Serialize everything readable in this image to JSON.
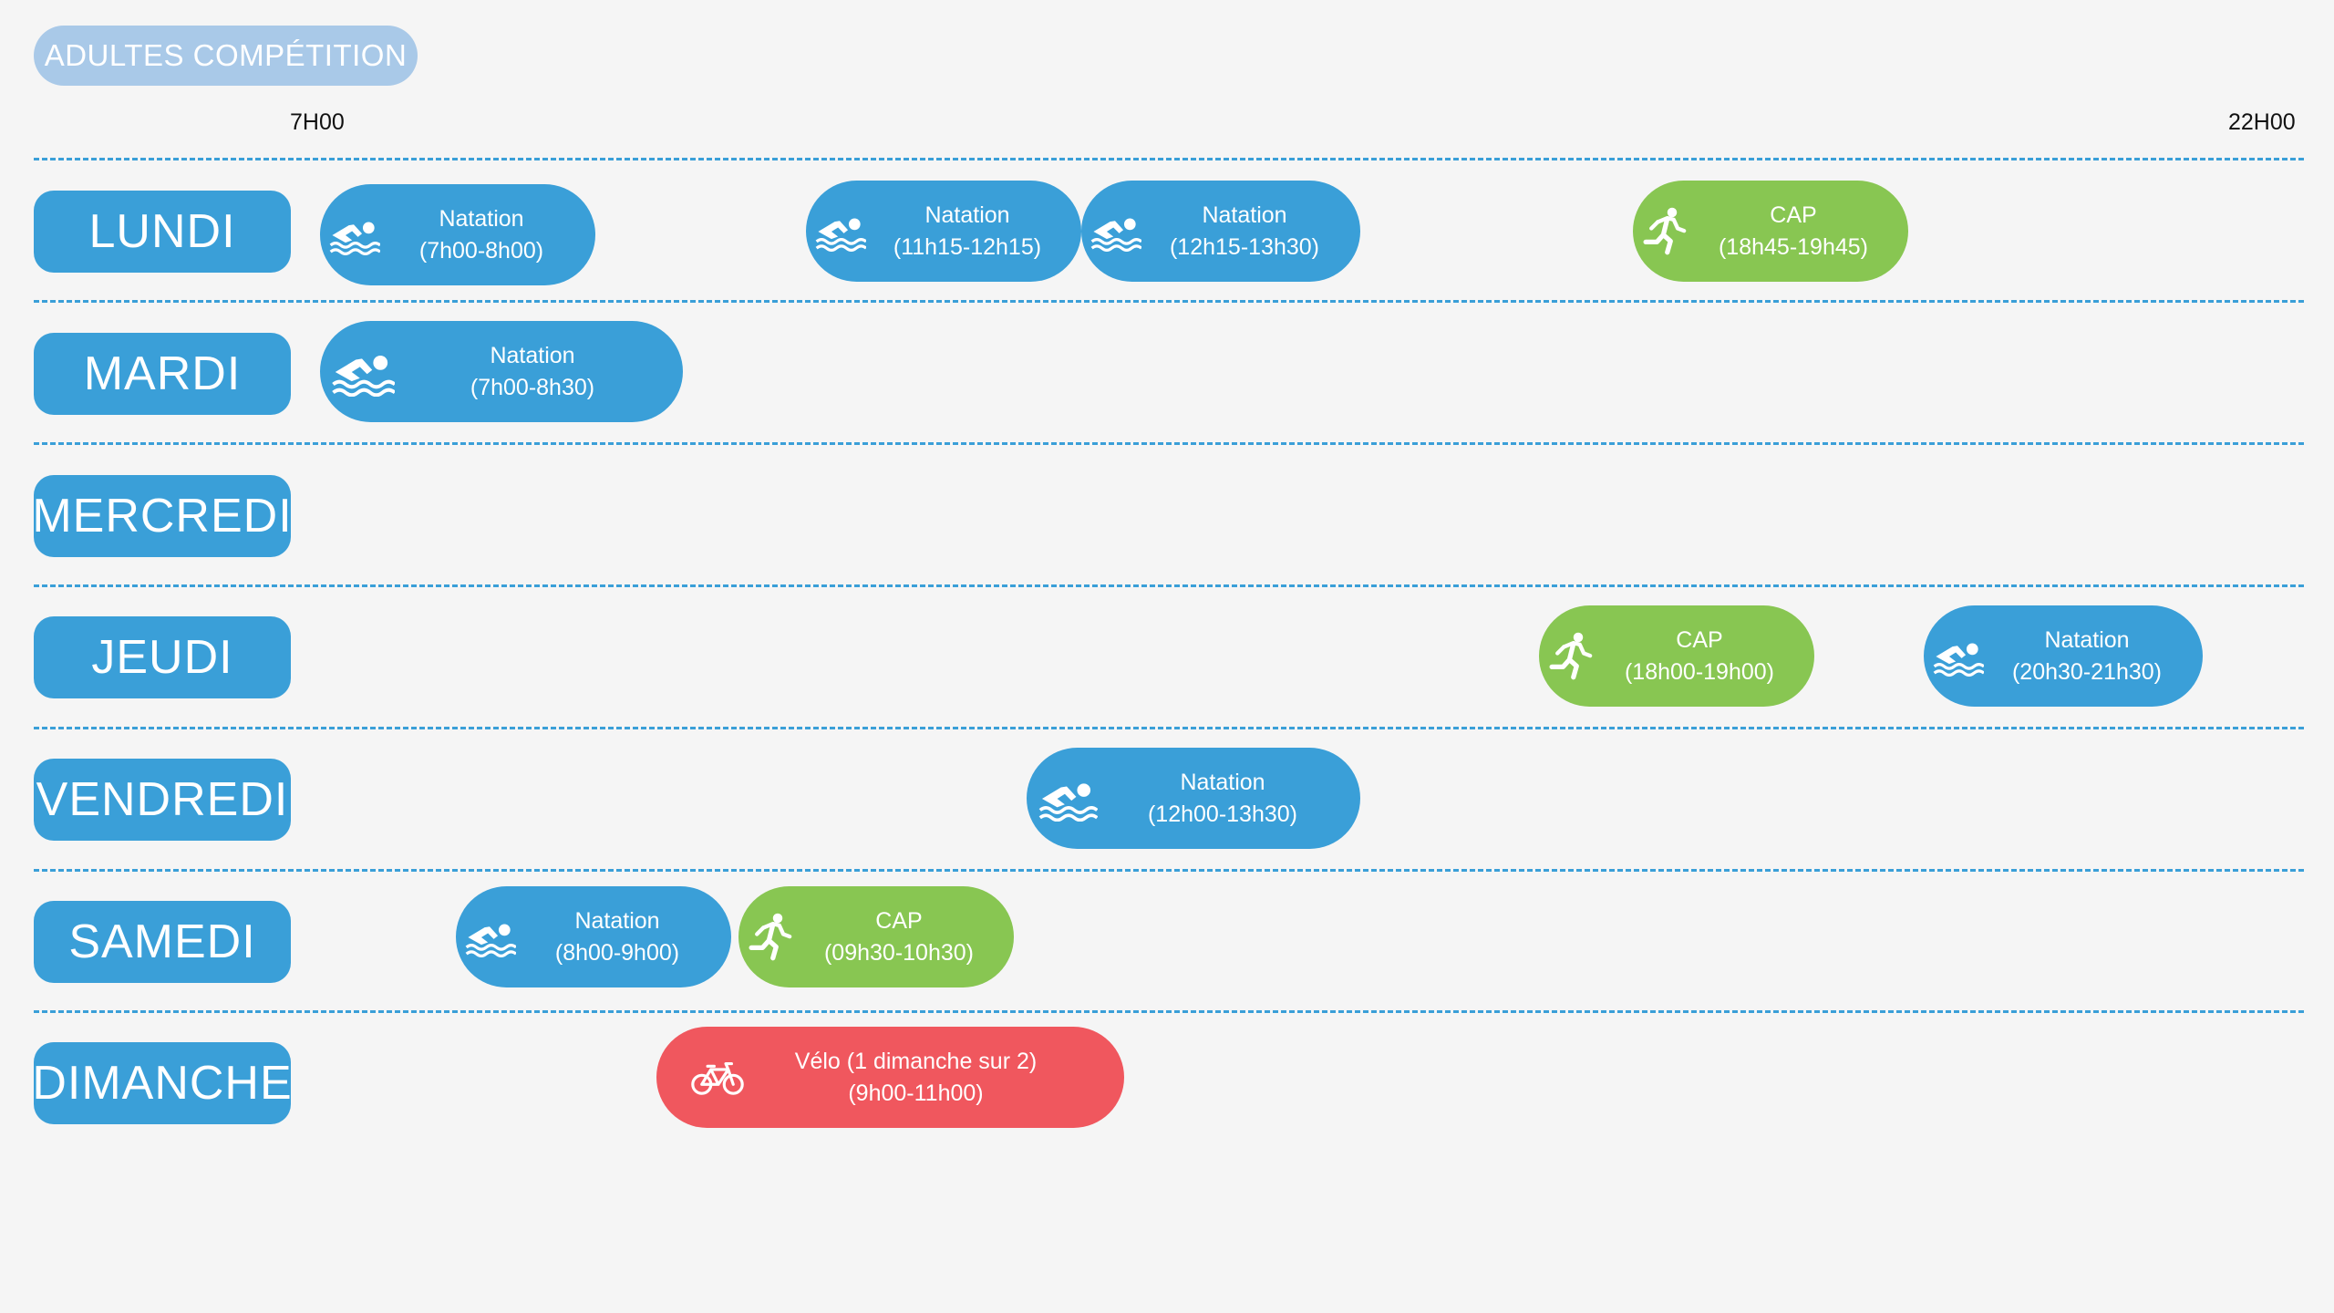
{
  "header": {
    "title": "ADULTES COMPÉTITION"
  },
  "timeline": {
    "start_label": "7H00",
    "end_label": "22H00"
  },
  "days": [
    {
      "label": "LUNDI"
    },
    {
      "label": "MARDI"
    },
    {
      "label": "MERCREDI"
    },
    {
      "label": "JEUDI"
    },
    {
      "label": "VENDREDI"
    },
    {
      "label": "SAMEDI"
    },
    {
      "label": "DIMANCHE"
    }
  ],
  "events": [
    {
      "day": "LUNDI",
      "type": "swim",
      "icon": "swimmer-icon",
      "name": "Natation",
      "time": "(7h00-8h00)"
    },
    {
      "day": "LUNDI",
      "type": "swim",
      "icon": "swimmer-icon",
      "name": "Natation",
      "time": "(11h15-12h15)"
    },
    {
      "day": "LUNDI",
      "type": "swim",
      "icon": "swimmer-icon",
      "name": "Natation",
      "time": "(12h15-13h30)"
    },
    {
      "day": "LUNDI",
      "type": "run",
      "icon": "runner-icon",
      "name": "CAP",
      "time": "(18h45-19h45)"
    },
    {
      "day": "MARDI",
      "type": "swim",
      "icon": "swimmer-icon",
      "name": "Natation",
      "time": "(7h00-8h30)"
    },
    {
      "day": "JEUDI",
      "type": "run",
      "icon": "runner-icon",
      "name": "CAP",
      "time": "(18h00-19h00)"
    },
    {
      "day": "JEUDI",
      "type": "swim",
      "icon": "swimmer-icon",
      "name": "Natation",
      "time": "(20h30-21h30)"
    },
    {
      "day": "VENDREDI",
      "type": "swim",
      "icon": "swimmer-icon",
      "name": "Natation",
      "time": "(12h00-13h30)"
    },
    {
      "day": "SAMEDI",
      "type": "swim",
      "icon": "swimmer-icon",
      "name": "Natation",
      "time": "(8h00-9h00)"
    },
    {
      "day": "SAMEDI",
      "type": "run",
      "icon": "runner-icon",
      "name": "CAP",
      "time": "(09h30-10h30)"
    },
    {
      "day": "DIMANCHE",
      "type": "bike",
      "icon": "bicycle-icon",
      "name": "Vélo (1 dimanche sur 2)",
      "time": "(9h00-11h00)"
    }
  ],
  "colors": {
    "natation": "#3a9fd8",
    "cap": "#88c652",
    "velo": "#f0575e",
    "badge": "#a9c9e8",
    "separator": "#3a9fd8"
  }
}
